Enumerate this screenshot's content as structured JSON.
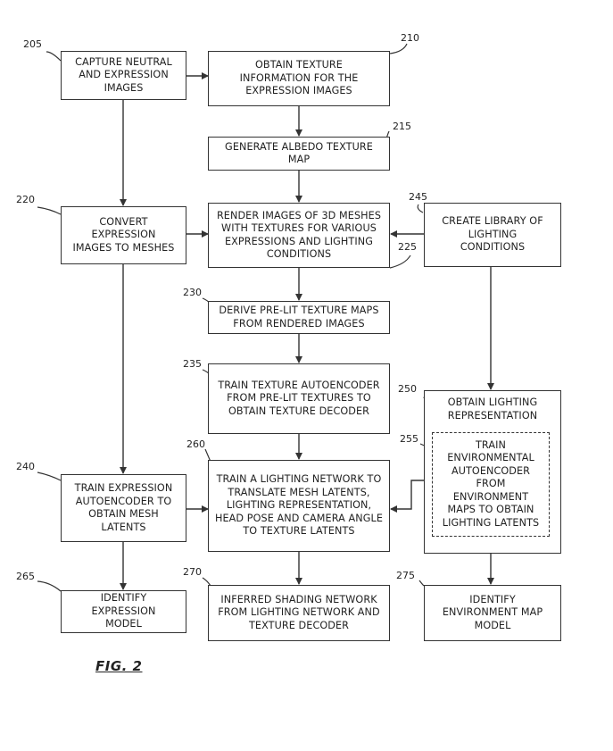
{
  "boxes": {
    "capture": "CAPTURE NEUTRAL AND EXPRESSION IMAGES",
    "obtain_texture": "OBTAIN TEXTURE INFORMATION FOR THE EXPRESSION IMAGES",
    "albedo": "GENERATE ALBEDO TEXTURE MAP",
    "convert": "CONVERT EXPRESSION IMAGES TO MESHES",
    "render": "RENDER IMAGES OF 3D MESHES WITH TEXTURES FOR VARIOUS EXPRESSIONS AND LIGHTING CONDITIONS",
    "library": "CREATE LIBRARY OF LIGHTING CONDITIONS",
    "derive": "DERIVE PRE-LIT TEXTURE MAPS FROM RENDERED IMAGES",
    "train_texture": "TRAIN TEXTURE AUTOENCODER FROM PRE-LIT TEXTURES TO OBTAIN TEXTURE DECODER",
    "obtain_lighting": "OBTAIN LIGHTING REPRESENTATION",
    "train_env": "TRAIN ENVIRONMENTAL AUTOENCODER FROM ENVIRONMENT MAPS TO OBTAIN LIGHTING LATENTS",
    "train_expr": "TRAIN EXPRESSION AUTOENCODER TO OBTAIN MESH LATENTS",
    "lighting_net": "TRAIN A LIGHTING NETWORK TO TRANSLATE MESH LATENTS, LIGHTING REPRESENTATION, HEAD POSE AND CAMERA ANGLE TO TEXTURE LATENTS",
    "identify_expr": "IDENTIFY EXPRESSION MODEL",
    "inferred": "INFERRED SHADING NETWORK FROM LIGHTING NETWORK AND TEXTURE DECODER",
    "identify_env": "IDENTIFY ENVIRONMENT MAP MODEL"
  },
  "refs": {
    "r205": "205",
    "r210": "210",
    "r215": "215",
    "r220": "220",
    "r225": "225",
    "r245": "245",
    "r230": "230",
    "r235": "235",
    "r250": "250",
    "r255": "255",
    "r240": "240",
    "r260": "260",
    "r265": "265",
    "r270": "270",
    "r275": "275"
  },
  "figure_label": "FIG. 2"
}
